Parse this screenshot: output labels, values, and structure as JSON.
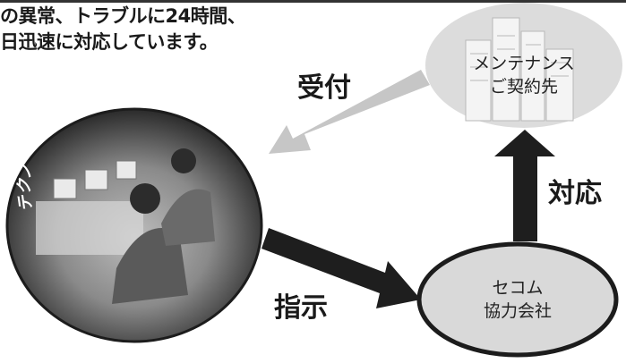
{
  "intro": {
    "line1": "の異常、トラブルに24時間、",
    "line2": "日迅速に対応しています。"
  },
  "nodes": {
    "center": {
      "label": "テクノ・オンコールセンター"
    },
    "maintenance": {
      "line1": "メンテナンス",
      "line2": "ご契約先"
    },
    "secom": {
      "line1": "セコム",
      "line2": "協力会社"
    }
  },
  "edges": {
    "reception": "受付",
    "instruction": "指示",
    "response": "対応"
  },
  "colors": {
    "arrow_dark": "#1e1e1e",
    "arrow_light": "#c6c6c6",
    "node_fill": "#d9d9d9",
    "photo_dark": "#2c2c2c"
  }
}
